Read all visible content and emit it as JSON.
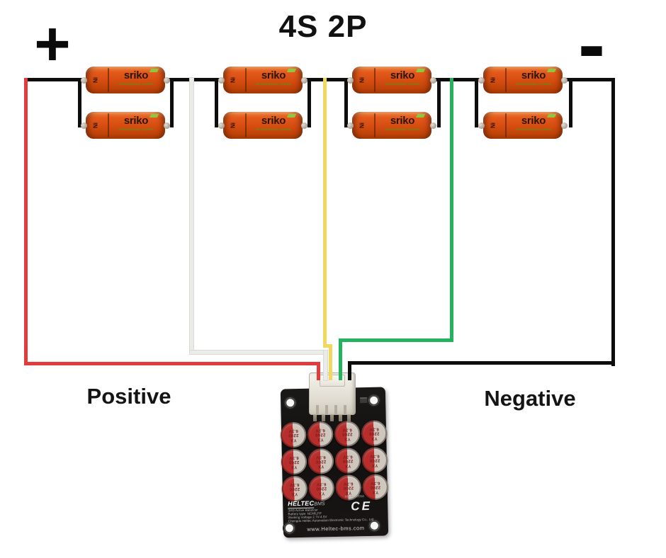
{
  "title": "4S 2P",
  "polarity": {
    "plus": "+",
    "minus": "-"
  },
  "labels": {
    "positive": "Positive",
    "negative": "Negative"
  },
  "pack": {
    "series_groups": "4",
    "parallel_per_group": "2"
  },
  "battery": {
    "brand": "sriko",
    "subtitle": "ENGINEERING POWER",
    "chem_label": "Ni",
    "body_color": "#d85012"
  },
  "wires": {
    "bus": "#0d0d0d",
    "red": "#e23b3b",
    "white": "#ebebe8",
    "yellow": "#f2d85c",
    "green": "#23b25e",
    "black": "#0d0d0d"
  },
  "balancer": {
    "brand_logo": "HELTEC",
    "brand_suffix": "BMS",
    "model": "Model:0855A",
    "spec_line1": "3/4S Active Balancer",
    "spec_line2": "Battery type: NCM/LFP",
    "spec_line3": "Working Voltage 2.7V-4.5V",
    "spec_line4": "Chengdu Heltec Automation Electronic Technology Co., Ltd",
    "ce_mark": "CE",
    "website": "www.Heltec-bms.com",
    "capacitor": {
      "brand": "YX",
      "value": "2200",
      "voltage": "6.3V"
    }
  }
}
